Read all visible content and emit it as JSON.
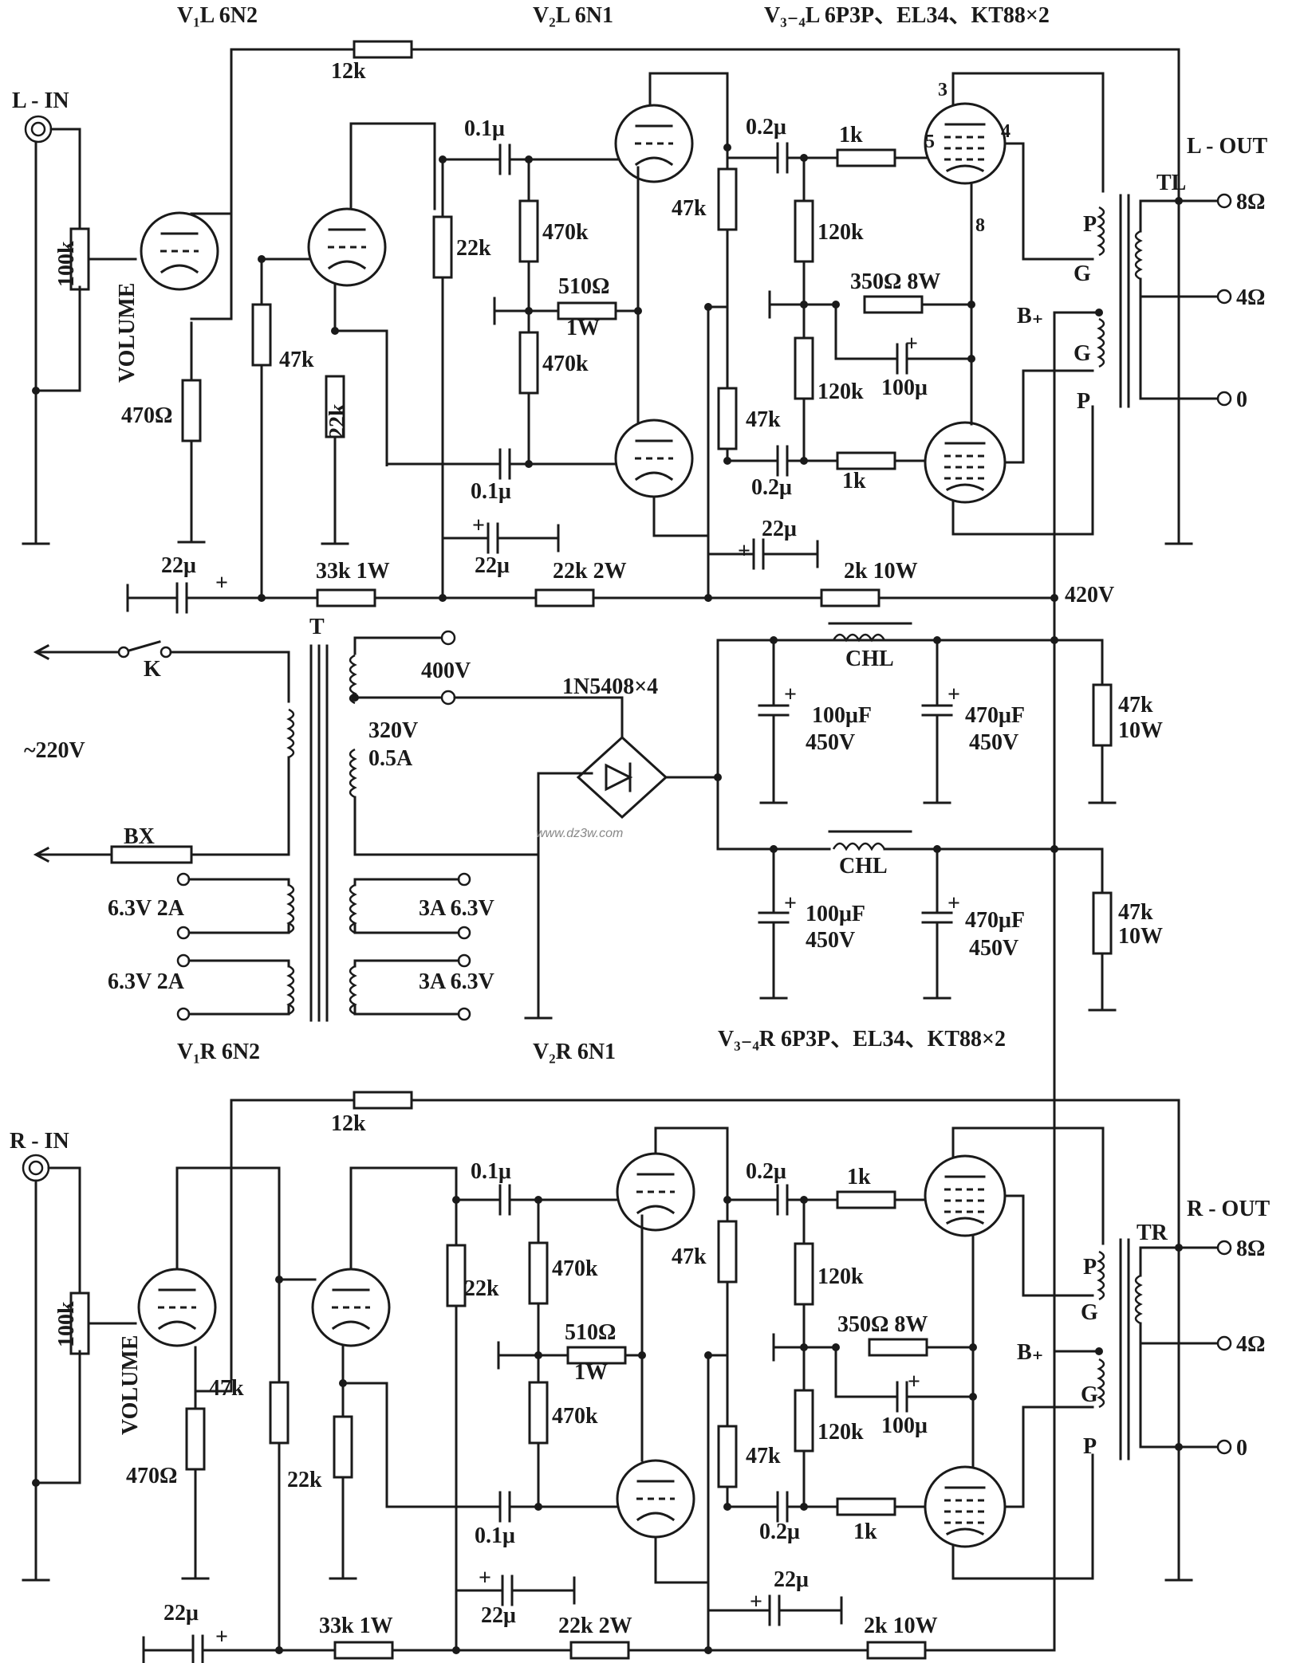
{
  "left_channel": {
    "v1": "V₁L 6N2",
    "v2": "V₂L 6N1",
    "v34": "V₃₋₄L 6P3P、EL34、KT88×2",
    "input": "L - IN",
    "output": "L - OUT",
    "transformer": "TL",
    "volume": "VOLUME",
    "pot": "100k",
    "r_feedback": "12k",
    "r_cathode1": "470Ω",
    "r_grid": "47k",
    "r_v1b": "22k",
    "r_plate": "22k",
    "c_couple1a": "0.1μ",
    "c_couple1b": "0.1μ",
    "r_pi_top": "470k",
    "r_pi_bot": "470k",
    "r_pi_cath": "510Ω",
    "r_pi_cath_w": "1W",
    "r_pi_load1": "47k",
    "r_pi_load2": "47k",
    "c_couple2a": "0.2μ",
    "c_couple2b": "0.2μ",
    "r_stopper1": "1k",
    "r_stopper2": "1k",
    "r_bias1": "120k",
    "r_bias2": "120k",
    "r_cath_pwr": "350Ω 8W",
    "c_cath_pwr": "100μ",
    "c_dec1": "22μ",
    "c_dec2": "22μ",
    "c_dec3": "22μ",
    "r_dec1": "33k 1W",
    "r_dec2": "22k 2W",
    "r_dec3": "2k 10W",
    "pin3": "3",
    "pin4": "4",
    "pin5": "5",
    "pin8": "8",
    "tap_p1": "P",
    "tap_g1": "G",
    "tap_bplus": "B₊",
    "tap_g2": "G",
    "tap_p2": "P",
    "out_8": "8Ω",
    "out_4": "4Ω",
    "out_0": "0"
  },
  "power_supply": {
    "b_plus": "420V",
    "switch": "K",
    "transformer": "T",
    "mains": "~220V",
    "fuse": "BX",
    "sec_400": "400V",
    "sec_320": "320V",
    "sec_05a": "0.5A",
    "rectifier": "1N5408×4",
    "choke1": "CHL",
    "choke2": "CHL",
    "c1": "100μF",
    "c1v": "450V",
    "c2": "470μF",
    "c2v": "450V",
    "c3": "100μF",
    "c3v": "450V",
    "c4": "470μF",
    "c4v": "450V",
    "r_bleed1": "47k",
    "r_bleed1w": "10W",
    "r_bleed2": "47k",
    "r_bleed2w": "10W",
    "heater1": "6.3V 2A",
    "heater2": "6.3V 2A",
    "heater3": "3A 6.3V",
    "heater4": "3A 6.3V",
    "watermark": "www.dz3w.com"
  },
  "right_channel": {
    "v1": "V₁R 6N2",
    "v2": "V₂R 6N1",
    "v34": "V₃₋₄R 6P3P、EL34、KT88×2",
    "input": "R - IN",
    "output": "R - OUT",
    "transformer": "TR",
    "volume": "VOLUME",
    "pot": "100k",
    "r_feedback": "12k",
    "r_cathode1": "470Ω",
    "r_grid": "47k",
    "r_v1b": "22k",
    "r_plate": "22k",
    "c_couple1a": "0.1μ",
    "c_couple1b": "0.1μ",
    "r_pi_top": "470k",
    "r_pi_bot": "470k",
    "r_pi_cath": "510Ω",
    "r_pi_cath_w": "1W",
    "r_pi_load1": "47k",
    "r_pi_load2": "47k",
    "c_couple2a": "0.2μ",
    "c_couple2b": "0.2μ",
    "r_stopper1": "1k",
    "r_stopper2": "1k",
    "r_bias1": "120k",
    "r_bias2": "120k",
    "r_cath_pwr": "350Ω 8W",
    "c_cath_pwr": "100μ",
    "c_dec1": "22μ",
    "c_dec2": "22μ",
    "c_dec3": "22μ",
    "r_dec1": "33k 1W",
    "r_dec2": "22k 2W",
    "r_dec3": "2k 10W",
    "tap_p1": "P",
    "tap_g1": "G",
    "tap_bplus": "B₊",
    "tap_g2": "G",
    "tap_p2": "P",
    "out_8": "8Ω",
    "out_4": "4Ω",
    "out_0": "0"
  }
}
